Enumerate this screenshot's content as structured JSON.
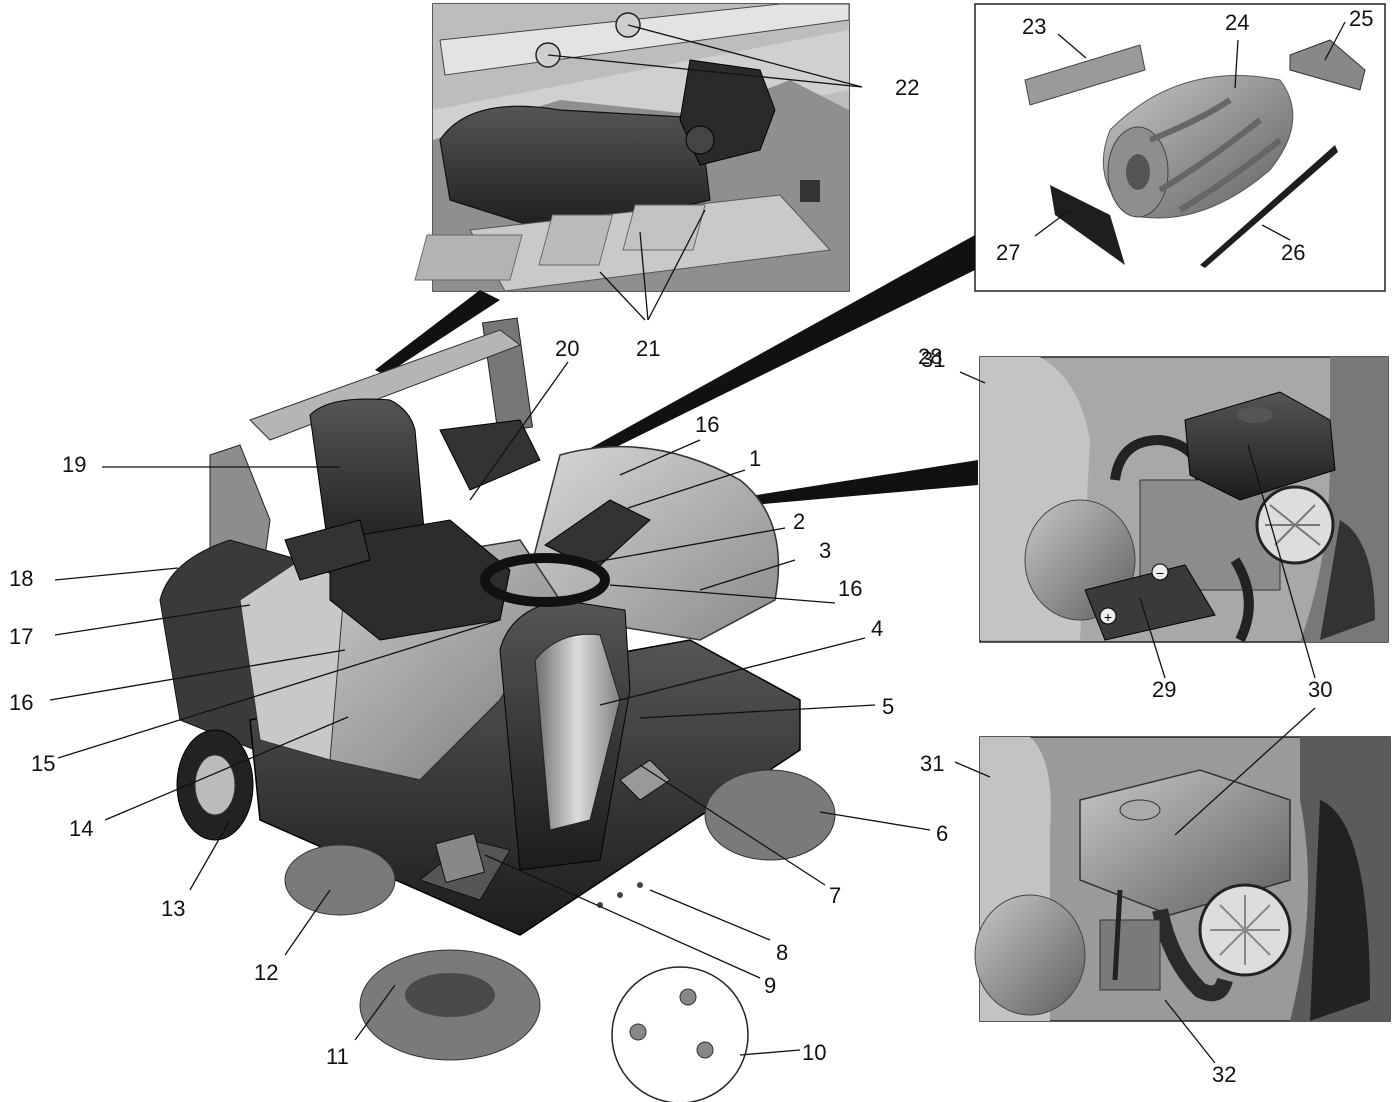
{
  "callouts": [
    {
      "id": "c1",
      "label": "1"
    },
    {
      "id": "c2",
      "label": "2"
    },
    {
      "id": "c3",
      "label": "3"
    },
    {
      "id": "c4",
      "label": "4"
    },
    {
      "id": "c5",
      "label": "5"
    },
    {
      "id": "c6",
      "label": "6"
    },
    {
      "id": "c7",
      "label": "7"
    },
    {
      "id": "c8",
      "label": "8"
    },
    {
      "id": "c9",
      "label": "9"
    },
    {
      "id": "c10",
      "label": "10"
    },
    {
      "id": "c11",
      "label": "11"
    },
    {
      "id": "c12",
      "label": "12"
    },
    {
      "id": "c13",
      "label": "13"
    },
    {
      "id": "c14",
      "label": "14"
    },
    {
      "id": "c15",
      "label": "15"
    },
    {
      "id": "c16a",
      "label": "16"
    },
    {
      "id": "c16b",
      "label": "16"
    },
    {
      "id": "c16c",
      "label": "16"
    },
    {
      "id": "c17",
      "label": "17"
    },
    {
      "id": "c18",
      "label": "18"
    },
    {
      "id": "c19",
      "label": "19"
    },
    {
      "id": "c20",
      "label": "20"
    },
    {
      "id": "c21",
      "label": "21"
    },
    {
      "id": "c22",
      "label": "22"
    },
    {
      "id": "c23",
      "label": "23"
    },
    {
      "id": "c24",
      "label": "24"
    },
    {
      "id": "c25",
      "label": "25"
    },
    {
      "id": "c26",
      "label": "26"
    },
    {
      "id": "c27",
      "label": "27"
    },
    {
      "id": "c28",
      "label": "28"
    },
    {
      "id": "c31a",
      "label": "31"
    },
    {
      "id": "c29",
      "label": "29"
    },
    {
      "id": "c30a",
      "label": "30"
    },
    {
      "id": "c30b",
      "label": "30"
    },
    {
      "id": "c31b",
      "label": "31"
    },
    {
      "id": "c32",
      "label": "32"
    }
  ],
  "symbols": {
    "minus": "−",
    "plus": "+"
  }
}
